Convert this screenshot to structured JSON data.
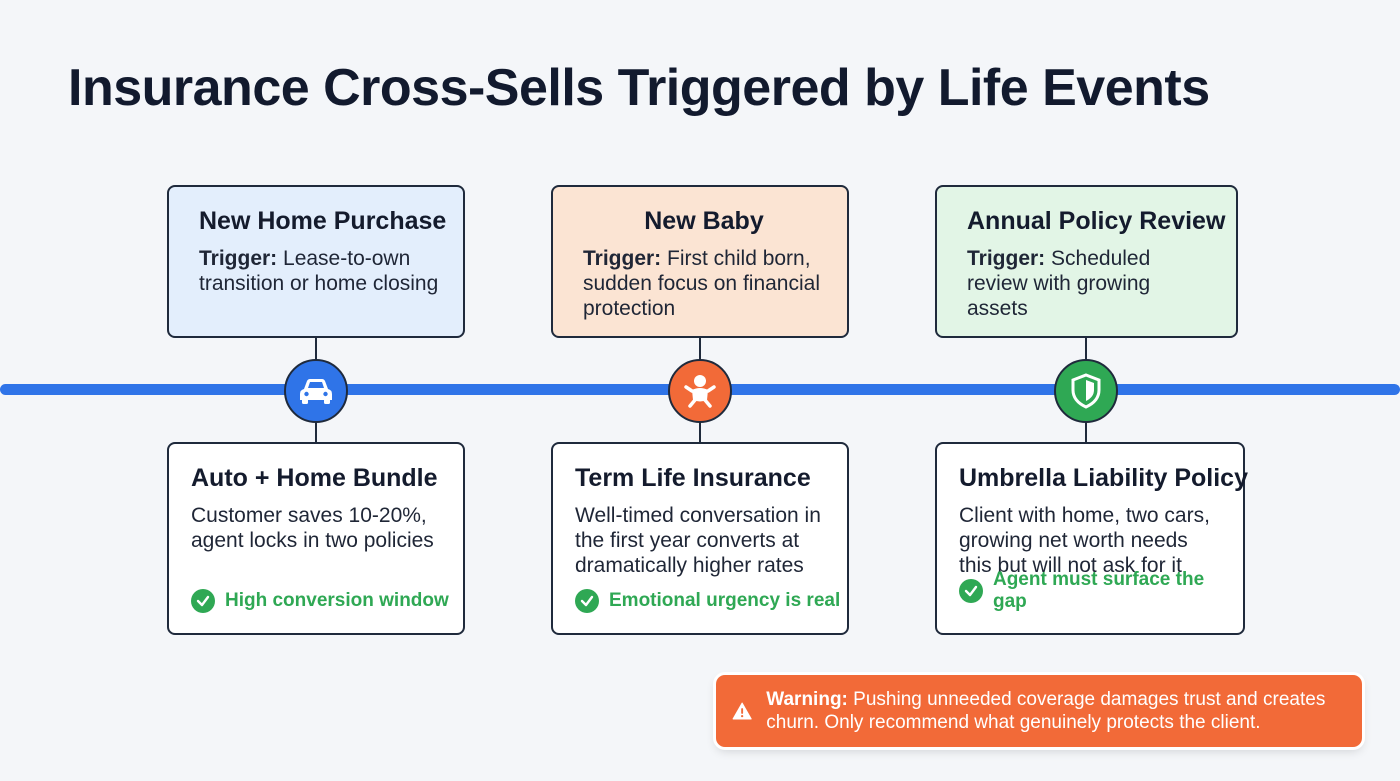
{
  "title": "Insurance Cross-Sells Triggered by Life Events",
  "colors": {
    "timeline": "#2f74e8",
    "node_auto": "#2f74e8",
    "node_baby": "#f26a38",
    "node_shield": "#2fa854",
    "card_blue": "#e3eefc",
    "card_peach": "#fbe4d3",
    "card_green": "#e2f5e6",
    "check_green": "#2fa854",
    "warning": "#f26a38"
  },
  "events": [
    {
      "title": "New Home Purchase",
      "trigger_label": "Trigger:",
      "trigger_text": " Lease-to-own transition or home closing",
      "icon": "car-icon"
    },
    {
      "title": "New Baby",
      "trigger_label": "Trigger:",
      "trigger_text": " First child born, sudden focus on financial protection",
      "icon": "baby-icon"
    },
    {
      "title": "Annual Policy Review",
      "trigger_label": "Trigger:",
      "trigger_text": " Scheduled review with growing assets",
      "icon": "shield-icon"
    }
  ],
  "products": [
    {
      "title": "Auto + Home Bundle",
      "description": "Customer saves 10-20%, agent locks in two policies",
      "note": "High conversion window"
    },
    {
      "title": "Term Life Insurance",
      "description": "Well-timed conversation in the first year converts at dramatically higher rates",
      "note": "Emotional urgency is real"
    },
    {
      "title": "Umbrella Liability Policy",
      "description": "Client with home, two cars, growing net worth needs this but will not ask for it",
      "note": "Agent must surface the gap"
    }
  ],
  "warning": {
    "label": "Warning:",
    "text": " Pushing unneeded coverage damages trust and creates churn. Only recommend what genuinely protects the client.",
    "icon": "warning-triangle-icon"
  }
}
